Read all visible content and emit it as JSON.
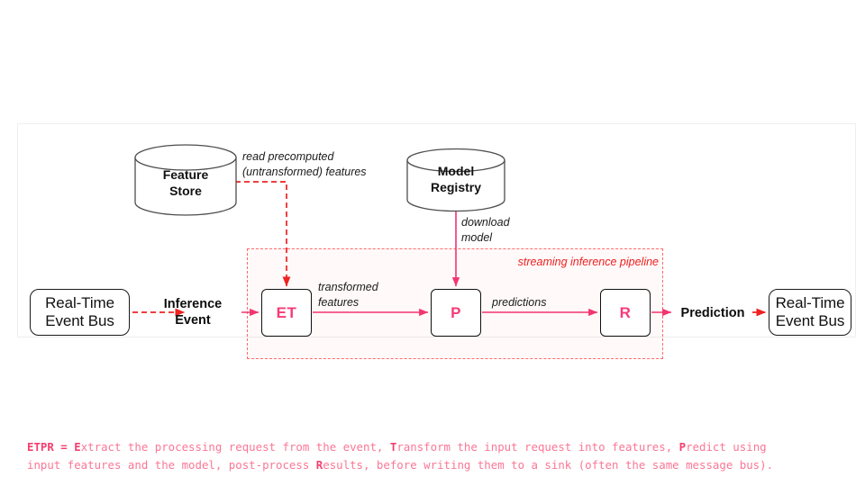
{
  "diagram": {
    "title": "streaming inference pipeline",
    "colors": {
      "accent_pink": "#f73b77",
      "arrow_pink": "#f2356e",
      "dashed_red": "#ee2222",
      "pipeline_border": "#ff6b6b",
      "pipeline_fill": "#fff7f6",
      "caption_pink": "#fa7795",
      "node_stroke": "#111111",
      "panel_border": "#eeeeee"
    },
    "nodes": {
      "bus_in": {
        "line1": "Real-Time",
        "line2": "Event Bus"
      },
      "bus_out": {
        "line1": "Real-Time",
        "line2": "Event Bus"
      },
      "feature_store": {
        "line1": "Feature",
        "line2": "Store"
      },
      "model_registry": {
        "line1": "Model",
        "line2": "Registry"
      },
      "et": {
        "label": "ET"
      },
      "p": {
        "label": "P"
      },
      "r": {
        "label": "R"
      }
    },
    "edge_labels": {
      "read_precomputed": "read precomputed\n(untransformed) features",
      "download_model": "download\nmodel",
      "transformed_features": "transformed\nfeatures",
      "predictions": "predictions",
      "inference_event": "Inference\nEvent",
      "prediction": "Prediction"
    },
    "pipeline_caption": "streaming inference pipeline"
  },
  "caption": {
    "line1_parts": [
      {
        "text": "ETPR = ",
        "bold": true
      },
      {
        "text": "E",
        "bold": true
      },
      {
        "text": "xtract the processing request from the event, ",
        "bold": false
      },
      {
        "text": "T",
        "bold": true
      },
      {
        "text": "ransform the input request into features, ",
        "bold": false
      },
      {
        "text": "P",
        "bold": true
      },
      {
        "text": "redict using",
        "bold": false
      }
    ],
    "line2_parts": [
      {
        "text": "input features and the model, post-process ",
        "bold": false
      },
      {
        "text": "R",
        "bold": true
      },
      {
        "text": "esults, before writing them to a sink (often the same message bus).",
        "bold": false
      }
    ],
    "plain": "ETPR = Extract the processing request from the event, Transform the input request into features, Predict using input features and the model, post-process Results, before writing them to a sink (often the same message bus)."
  }
}
